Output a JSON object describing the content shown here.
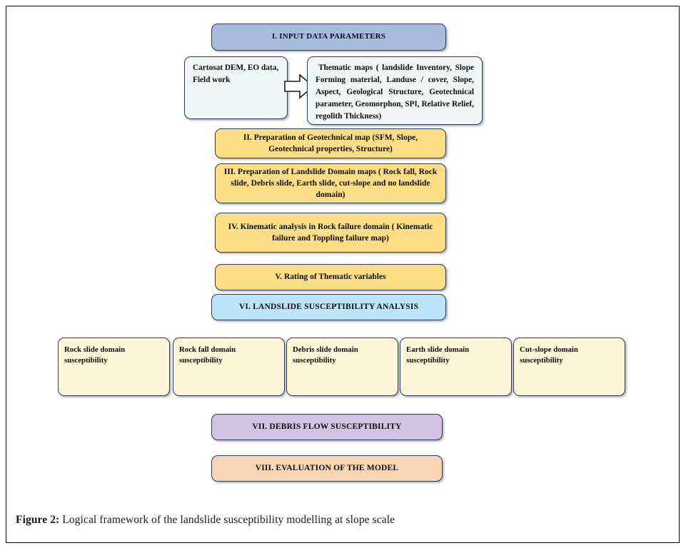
{
  "figure": {
    "label": "Figure 2:",
    "caption": "Logical framework of the landslide susceptibility modelling at slope scale"
  },
  "colors": {
    "stage_1_header": "#a8bcdd",
    "input_source": "#f0f7f6",
    "thematic_maps": "#f0f7f6",
    "stage_yellow": "#fdde86",
    "stage_6_analysis": "#bce5fa",
    "domain_card": "#fdf5d8",
    "stage_7_debris": "#d2c2e4",
    "stage_8_evaluation": "#fad5b4",
    "border": "#2b3a57",
    "page_frame": "#000000"
  },
  "flow": {
    "header": {
      "id": "I",
      "text": "I.  INPUT DATA  PARAMETERS"
    },
    "inputs": {
      "source_data": "Cartosat  DEM,  EO  data, Field work",
      "arrow_icon": "block-arrow-right",
      "thematic_maps": "Thematic  maps  (  landslide  Inventory,  Slope Forming material, Landuse / cover, Slope, Aspect, Geological   Structure,   Geotechnical   parameter, Geomorphon,   SPI,   Relative   Relief,   regolith Thickness)"
    },
    "stages": [
      {
        "id": "II",
        "text": "II. Preparation of Geotechnical map (SFM, Slope, Geotechnical properties, Structure)"
      },
      {
        "id": "III",
        "text": "III. Preparation of  Landslide Domain maps ( Rock fall, Rock slide, Debris slide, Earth slide, cut-slope and no landslide domain)"
      },
      {
        "id": "IV",
        "text": "IV. Kinematic analysis in Rock failure domain ( Kinematic failure and Toppling failure map)"
      },
      {
        "id": "V",
        "text": "V. Rating of Thematic variables"
      }
    ],
    "analysis": {
      "id": "VI",
      "text": "VI. LANDSLIDE SUSCEPTIBILITY ANALYSIS"
    },
    "domains": [
      {
        "text": "Rock slide domain susceptibility"
      },
      {
        "text": "Rock fall domain susceptibility"
      },
      {
        "text": "Debris slide domain susceptibility"
      },
      {
        "text": "Earth slide domain susceptibility"
      },
      {
        "text": "Cut-slope domain susceptibility"
      }
    ],
    "outputs": [
      {
        "id": "VII",
        "text": "VII. DEBRIS FLOW SUSCEPTIBILITY"
      },
      {
        "id": "VIII",
        "text": "VIII. EVALUATION OF THE MODEL"
      }
    ]
  }
}
